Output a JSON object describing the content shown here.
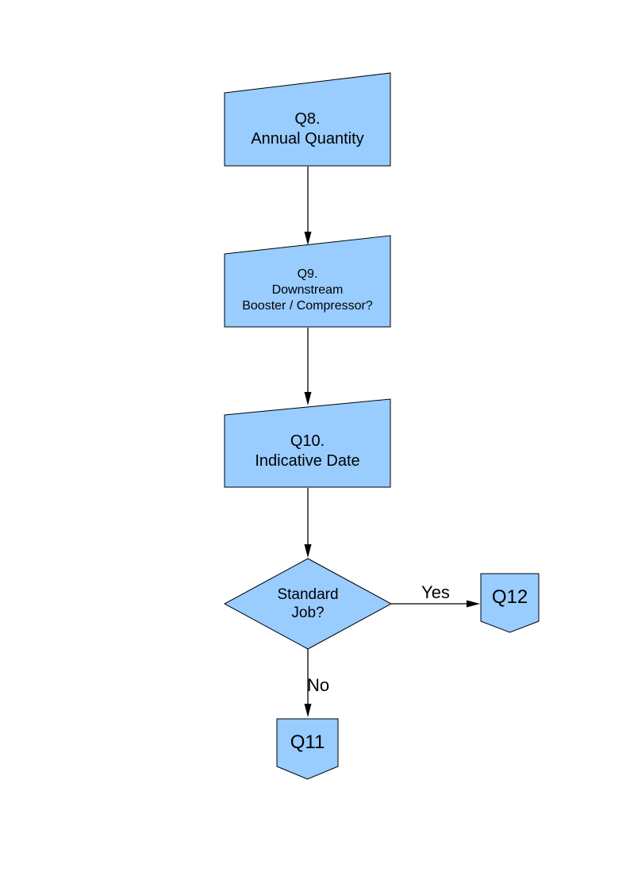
{
  "theme": {
    "page-bg": "#ffffff",
    "shape-fill": "#99ccff",
    "shape-stroke": "#000000",
    "connector-color": "#000000",
    "text-color": "#000000"
  },
  "flowchart": {
    "nodes": {
      "q8": {
        "type": "manual-input",
        "label": "Q8.\nAnnual Quantity"
      },
      "q9": {
        "type": "manual-input",
        "label": "Q9.\nDownstream\nBooster / Compressor?"
      },
      "q10": {
        "type": "manual-input",
        "label": "Q10.\nIndicative Date"
      },
      "decision": {
        "type": "decision-diamond",
        "label": "Standard\nJob?"
      },
      "q12": {
        "type": "off-page-connector",
        "label": "Q12"
      },
      "q11": {
        "type": "off-page-connector",
        "label": "Q11"
      }
    },
    "edge_labels": {
      "yes": "Yes",
      "no": "No"
    }
  }
}
